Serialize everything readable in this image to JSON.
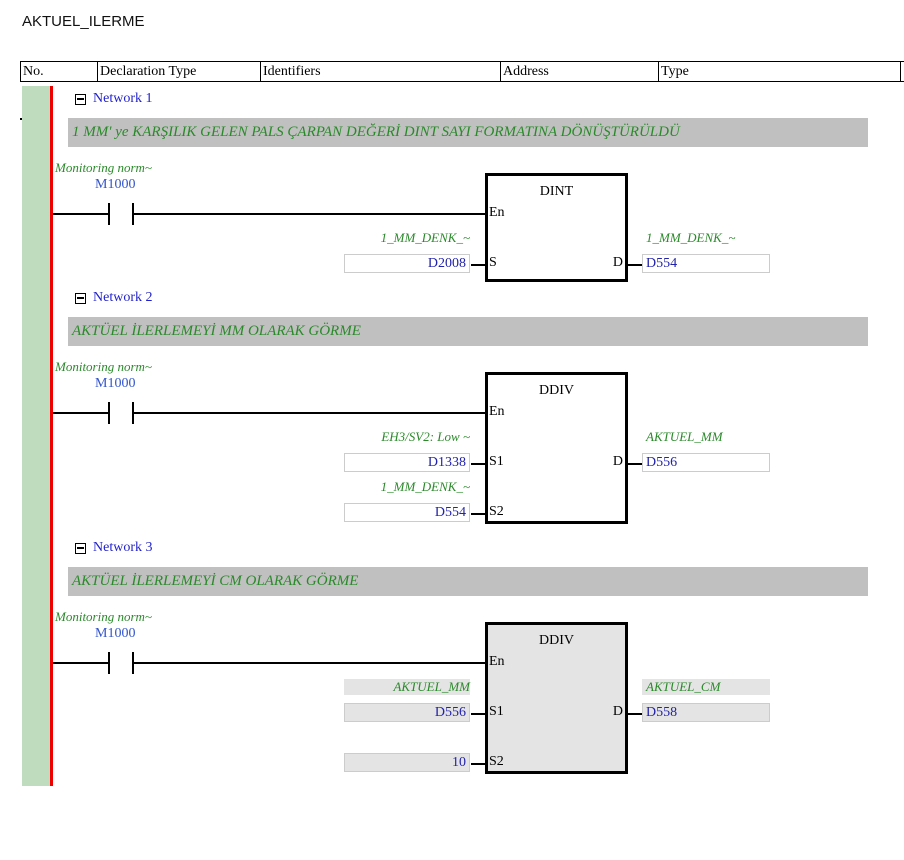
{
  "title": "AKTUEL_ILERME",
  "columns": [
    "No.",
    "Declaration Type",
    "Identifiers",
    "Address",
    "Type",
    ""
  ],
  "networks": [
    {
      "label": "Network 1",
      "comment": "1 MM' ye KARŞILIK GELEN PALS ÇARPAN DEĞERİ DINT SAYI FORMATINA DÖNÜŞTÜRÜLDÜ",
      "contact_comment": "Monitoring norm~",
      "contact": "M1000",
      "block": "DINT",
      "highlighted": false,
      "inputs": [
        {
          "pin": "S",
          "label": "1_MM_DENK_~",
          "value": "D2008"
        }
      ],
      "output": {
        "pin": "D",
        "label": "1_MM_DENK_~",
        "value": "D554"
      },
      "en": "En"
    },
    {
      "label": "Network 2",
      "comment": "AKTÜEL İLERLEMEYİ MM OLARAK GÖRME",
      "contact_comment": "Monitoring norm~",
      "contact": "M1000",
      "block": "DDIV",
      "highlighted": false,
      "inputs": [
        {
          "pin": "S1",
          "label": "EH3/SV2: Low ~",
          "value": "D1338"
        },
        {
          "pin": "S2",
          "label": "1_MM_DENK_~",
          "value": "D554"
        }
      ],
      "output": {
        "pin": "D",
        "label": "AKTUEL_MM",
        "value": "D556"
      },
      "en": "En"
    },
    {
      "label": "Network 3",
      "comment": "AKTÜEL İLERLEMEYİ CM OLARAK GÖRME",
      "contact_comment": "Monitoring norm~",
      "contact": "M1000",
      "block": "DDIV",
      "highlighted": true,
      "inputs": [
        {
          "pin": "S1",
          "label": "AKTUEL_MM",
          "value": "D556"
        },
        {
          "pin": "S2",
          "label": "",
          "value": "10"
        }
      ],
      "output": {
        "pin": "D",
        "label": "AKTUEL_CM",
        "value": "D558"
      },
      "en": "En"
    }
  ]
}
